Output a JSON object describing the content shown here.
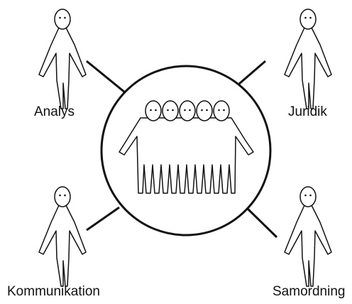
{
  "diagram": {
    "labels": {
      "top_left": "Analys",
      "top_right": "Juridik",
      "bottom_left": "Kommunikation",
      "bottom_right": "Samordning"
    },
    "colors": {
      "line": "#111111",
      "fill": "#ffffff",
      "text": "#111111"
    },
    "icons": [
      "person-figure-icon",
      "group-of-people-icon"
    ]
  }
}
